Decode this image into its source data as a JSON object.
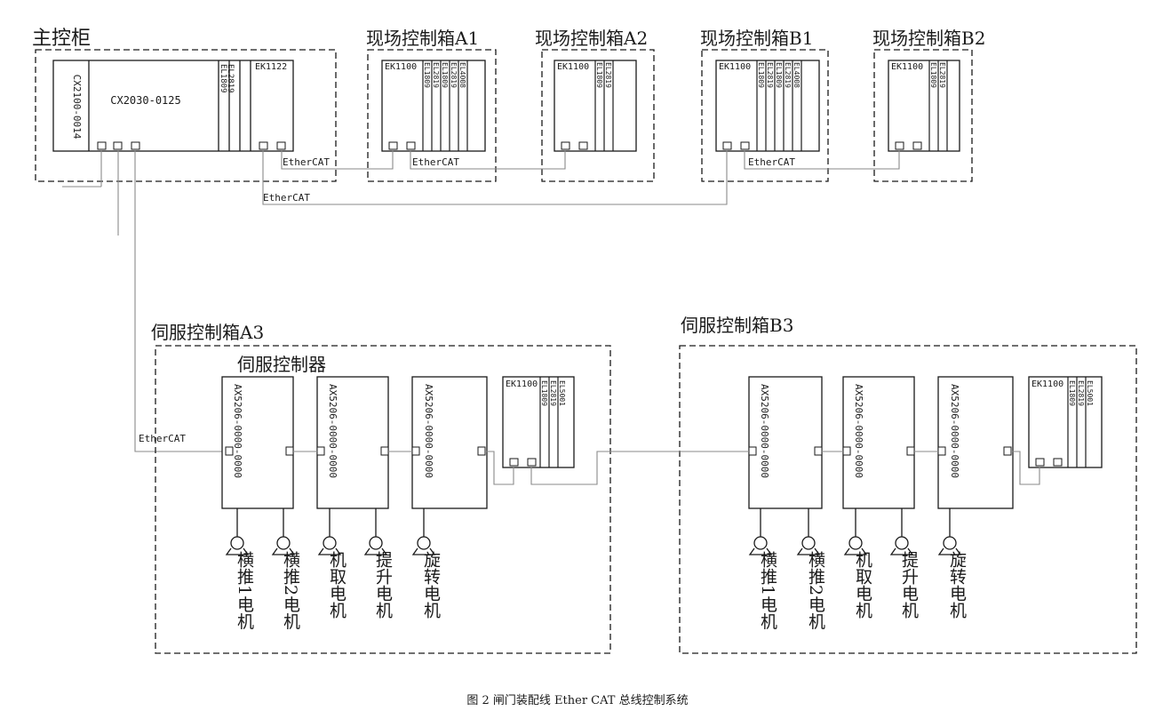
{
  "main_cabinet": {
    "title": "主控柜",
    "cx2100": "CX2100-0014",
    "cx2030": "CX2030-0125",
    "term_a": "EL1809",
    "term_b": "EL2819",
    "coupler": "EK1122"
  },
  "field_boxes": [
    {
      "title": "现场控制箱A1",
      "coupler": "EK1100",
      "terms": [
        "EL1809",
        "EL2819",
        "EL1809",
        "EL2819",
        "EL4008"
      ]
    },
    {
      "title": "现场控制箱A2",
      "coupler": "EK1100",
      "terms": [
        "EL1809",
        "EL2819"
      ]
    },
    {
      "title": "现场控制箱B1",
      "coupler": "EK1100",
      "terms": [
        "EL1809",
        "EL2819",
        "EL1809",
        "EL2819",
        "EL4008"
      ]
    },
    {
      "title": "现场控制箱B2",
      "coupler": "EK1100",
      "terms": [
        "EL1809",
        "EL2819"
      ]
    }
  ],
  "bus_labels": {
    "l1": "EtherCAT",
    "l2": "EtherCAT",
    "l3": "EtherCAT",
    "l4": "EtherCAT",
    "l5": "EtherCAT"
  },
  "servo_a3": {
    "title": "伺服控制箱A3",
    "subtitle": "伺服控制器",
    "drives": [
      "AX5206-0000-0000",
      "AX5206-0000-0000",
      "AX5206-0000-0000"
    ],
    "coupler": "EK1100",
    "terms": [
      "EL1809",
      "EL2819",
      "EL5001"
    ],
    "motors": [
      "横推1电机",
      "横推2电机",
      "机取电机",
      "提升电机",
      "旋转电机"
    ]
  },
  "servo_b3": {
    "title": "伺服控制箱B3",
    "drives": [
      "AX5206-0000-0000",
      "AX5206-0000-0000",
      "AX5206-0000-0000"
    ],
    "coupler": "EK1100",
    "terms": [
      "EL1809",
      "EL2819",
      "EL5001"
    ],
    "motors": [
      "横推1电机",
      "横推2电机",
      "机取电机",
      "提升电机",
      "旋转电机"
    ]
  },
  "caption": "图 2 闸门装配线 Ether CAT 总线控制系统",
  "colors": {
    "line": "#1a1a1a",
    "bus": "#8a8a8a",
    "text": "#1a1a1a"
  }
}
